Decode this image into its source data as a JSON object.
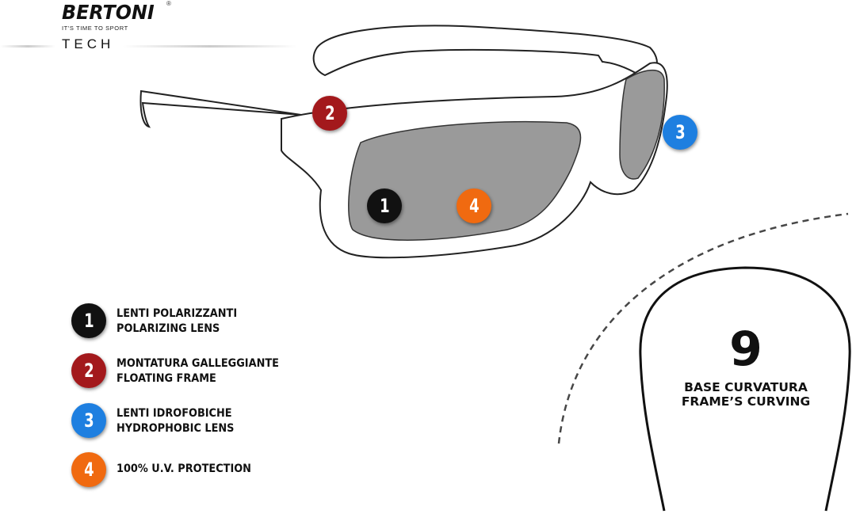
{
  "brand": {
    "logo": "BERTONI",
    "registered": "®",
    "tagline": "IT'S TIME TO SPORT",
    "section": "TECH"
  },
  "colors": {
    "badge1": "#111111",
    "badge2": "#a3191c",
    "badge3": "#1e7fe0",
    "badge4": "#f06a10",
    "lens": "#9a9a9a"
  },
  "markers": [
    "1",
    "2",
    "3",
    "4"
  ],
  "legend": [
    {
      "number": "1",
      "line1": "LENTI  POLARIZZANTI",
      "line2": "POLARIZING LENS"
    },
    {
      "number": "2",
      "line1": "MONTATURA GALLEGGIANTE",
      "line2": "FLOATING FRAME"
    },
    {
      "number": "3",
      "line1": "LENTI IDROFOBICHE",
      "line2": "HYDROPHOBIC LENS"
    },
    {
      "number": "4",
      "line1": "100% U.V. PROTECTION",
      "line2": ""
    }
  ],
  "curvature": {
    "value": "9",
    "line1": "BASE CURVATURA",
    "line2": "FRAME’S CURVING"
  }
}
